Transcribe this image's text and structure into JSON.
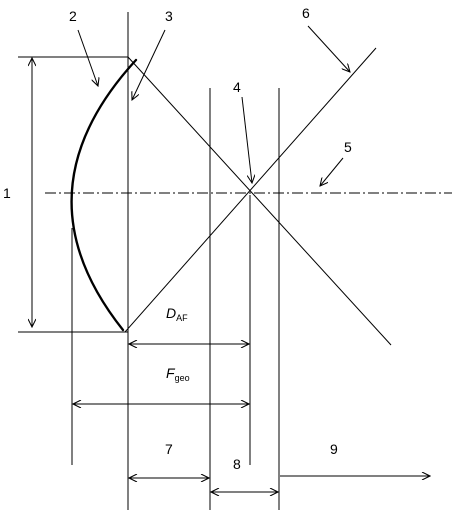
{
  "diagram": {
    "labels": {
      "n1": "1",
      "n2": "2",
      "n3": "3",
      "n4": "4",
      "n5": "5",
      "n6": "6",
      "n7": "7",
      "n8": "8",
      "n9": "9"
    },
    "dimensions": {
      "d_af": {
        "symbol": "D",
        "subscript": "AF"
      },
      "f_geo": {
        "symbol": "F",
        "subscript": "geo"
      }
    }
  }
}
